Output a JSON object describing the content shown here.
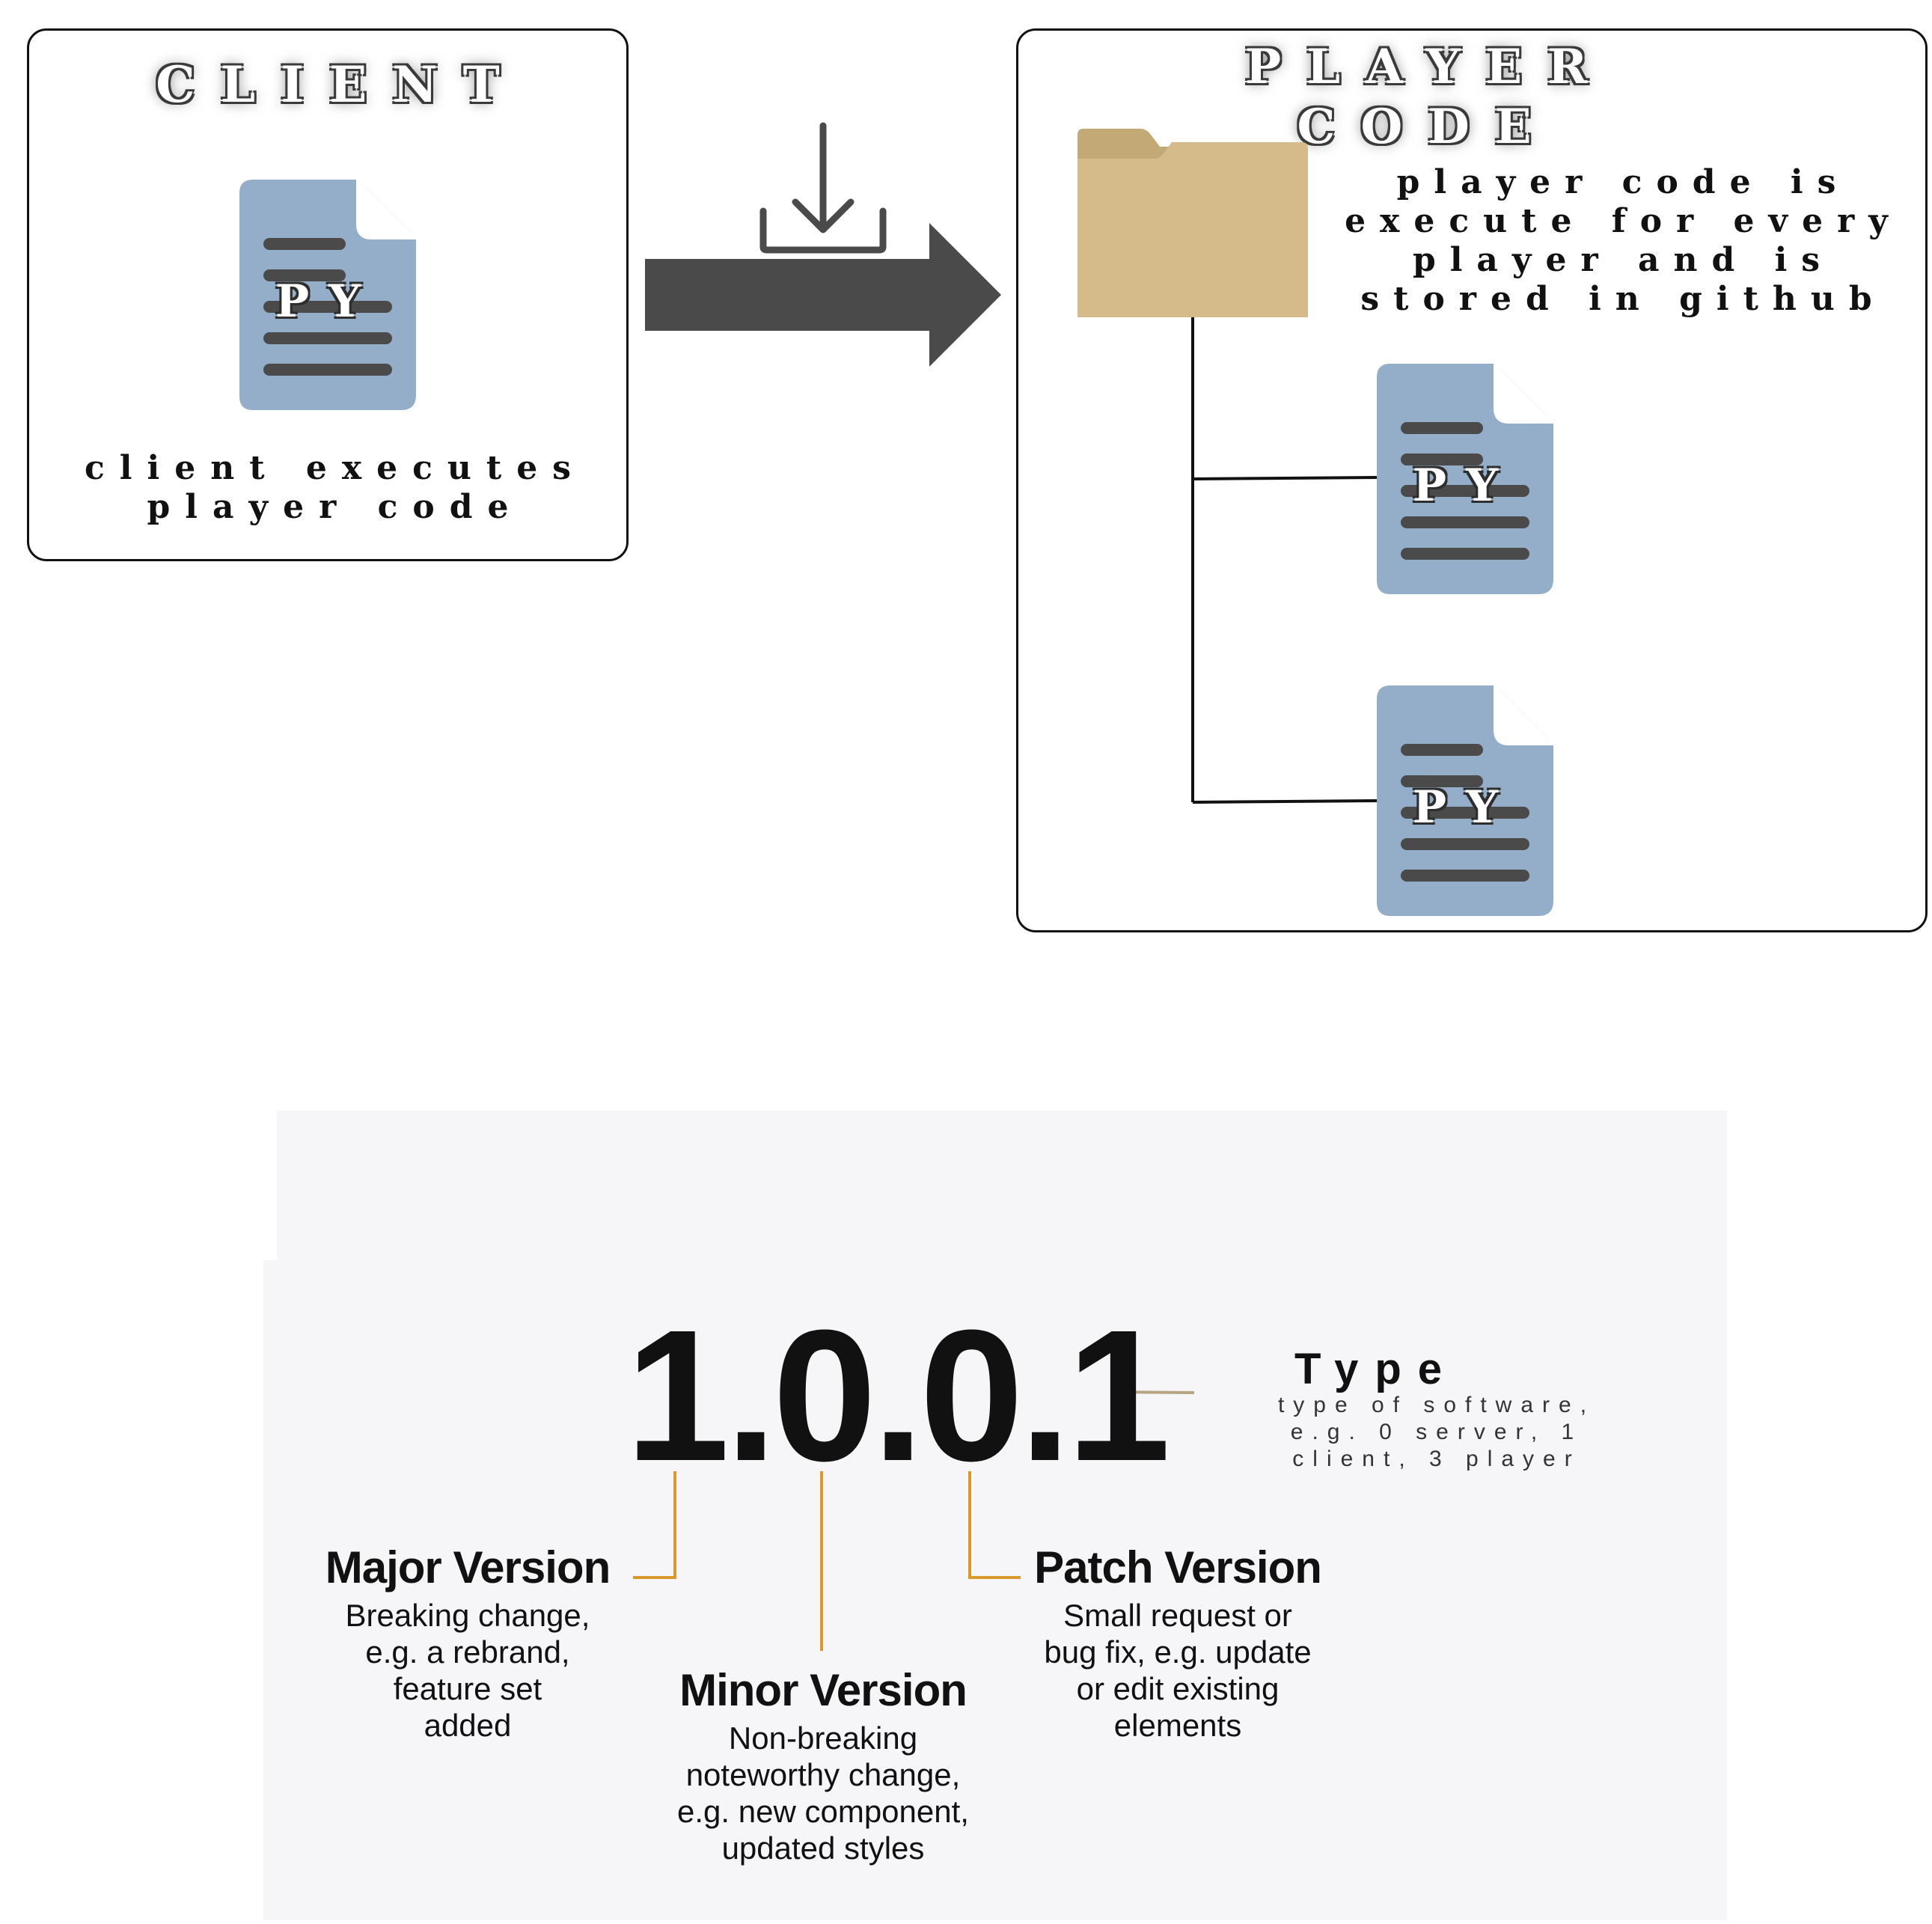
{
  "client_box": {
    "title": "CLIENT",
    "caption_line1": "client executes",
    "caption_line2": "player code",
    "file_label": "PY"
  },
  "player_box": {
    "title_line1": "PLAYER",
    "title_line2": "CODE",
    "desc_line1": "player code is",
    "desc_line2": "execute for every",
    "desc_line3": "player and is",
    "desc_line4": "stored in github",
    "file_label": "PY"
  },
  "icons": [
    "download-icon",
    "arrow-right-icon",
    "folder-icon",
    "python-file-icon"
  ],
  "colors": {
    "file_blue": "#94aec9",
    "file_line": "#4a4a4a",
    "folder_tan": "#d4bb89",
    "folder_tab": "#c3a976",
    "arrow": "#4a4a4a",
    "connector_orange": "#d99a2b",
    "type_line": "#b7a581",
    "panel_bg": "#f6f6f8"
  },
  "version": {
    "number": "1.0.0.1",
    "type_title": "Type",
    "type_desc_line1": "type of software,",
    "type_desc_line2": "e.g. 0 server, 1",
    "type_desc_line3": "client, 3 player",
    "major_title": "Major Version",
    "major_desc": [
      "Breaking change,",
      "e.g. a rebrand,",
      "feature set",
      "added"
    ],
    "minor_title": "Minor Version",
    "minor_desc": [
      "Non-breaking",
      "noteworthy change,",
      "e.g. new component,",
      "updated styles"
    ],
    "patch_title": "Patch Version",
    "patch_desc": [
      "Small request or",
      "bug fix, e.g. update",
      "or edit existing",
      "elements"
    ]
  }
}
